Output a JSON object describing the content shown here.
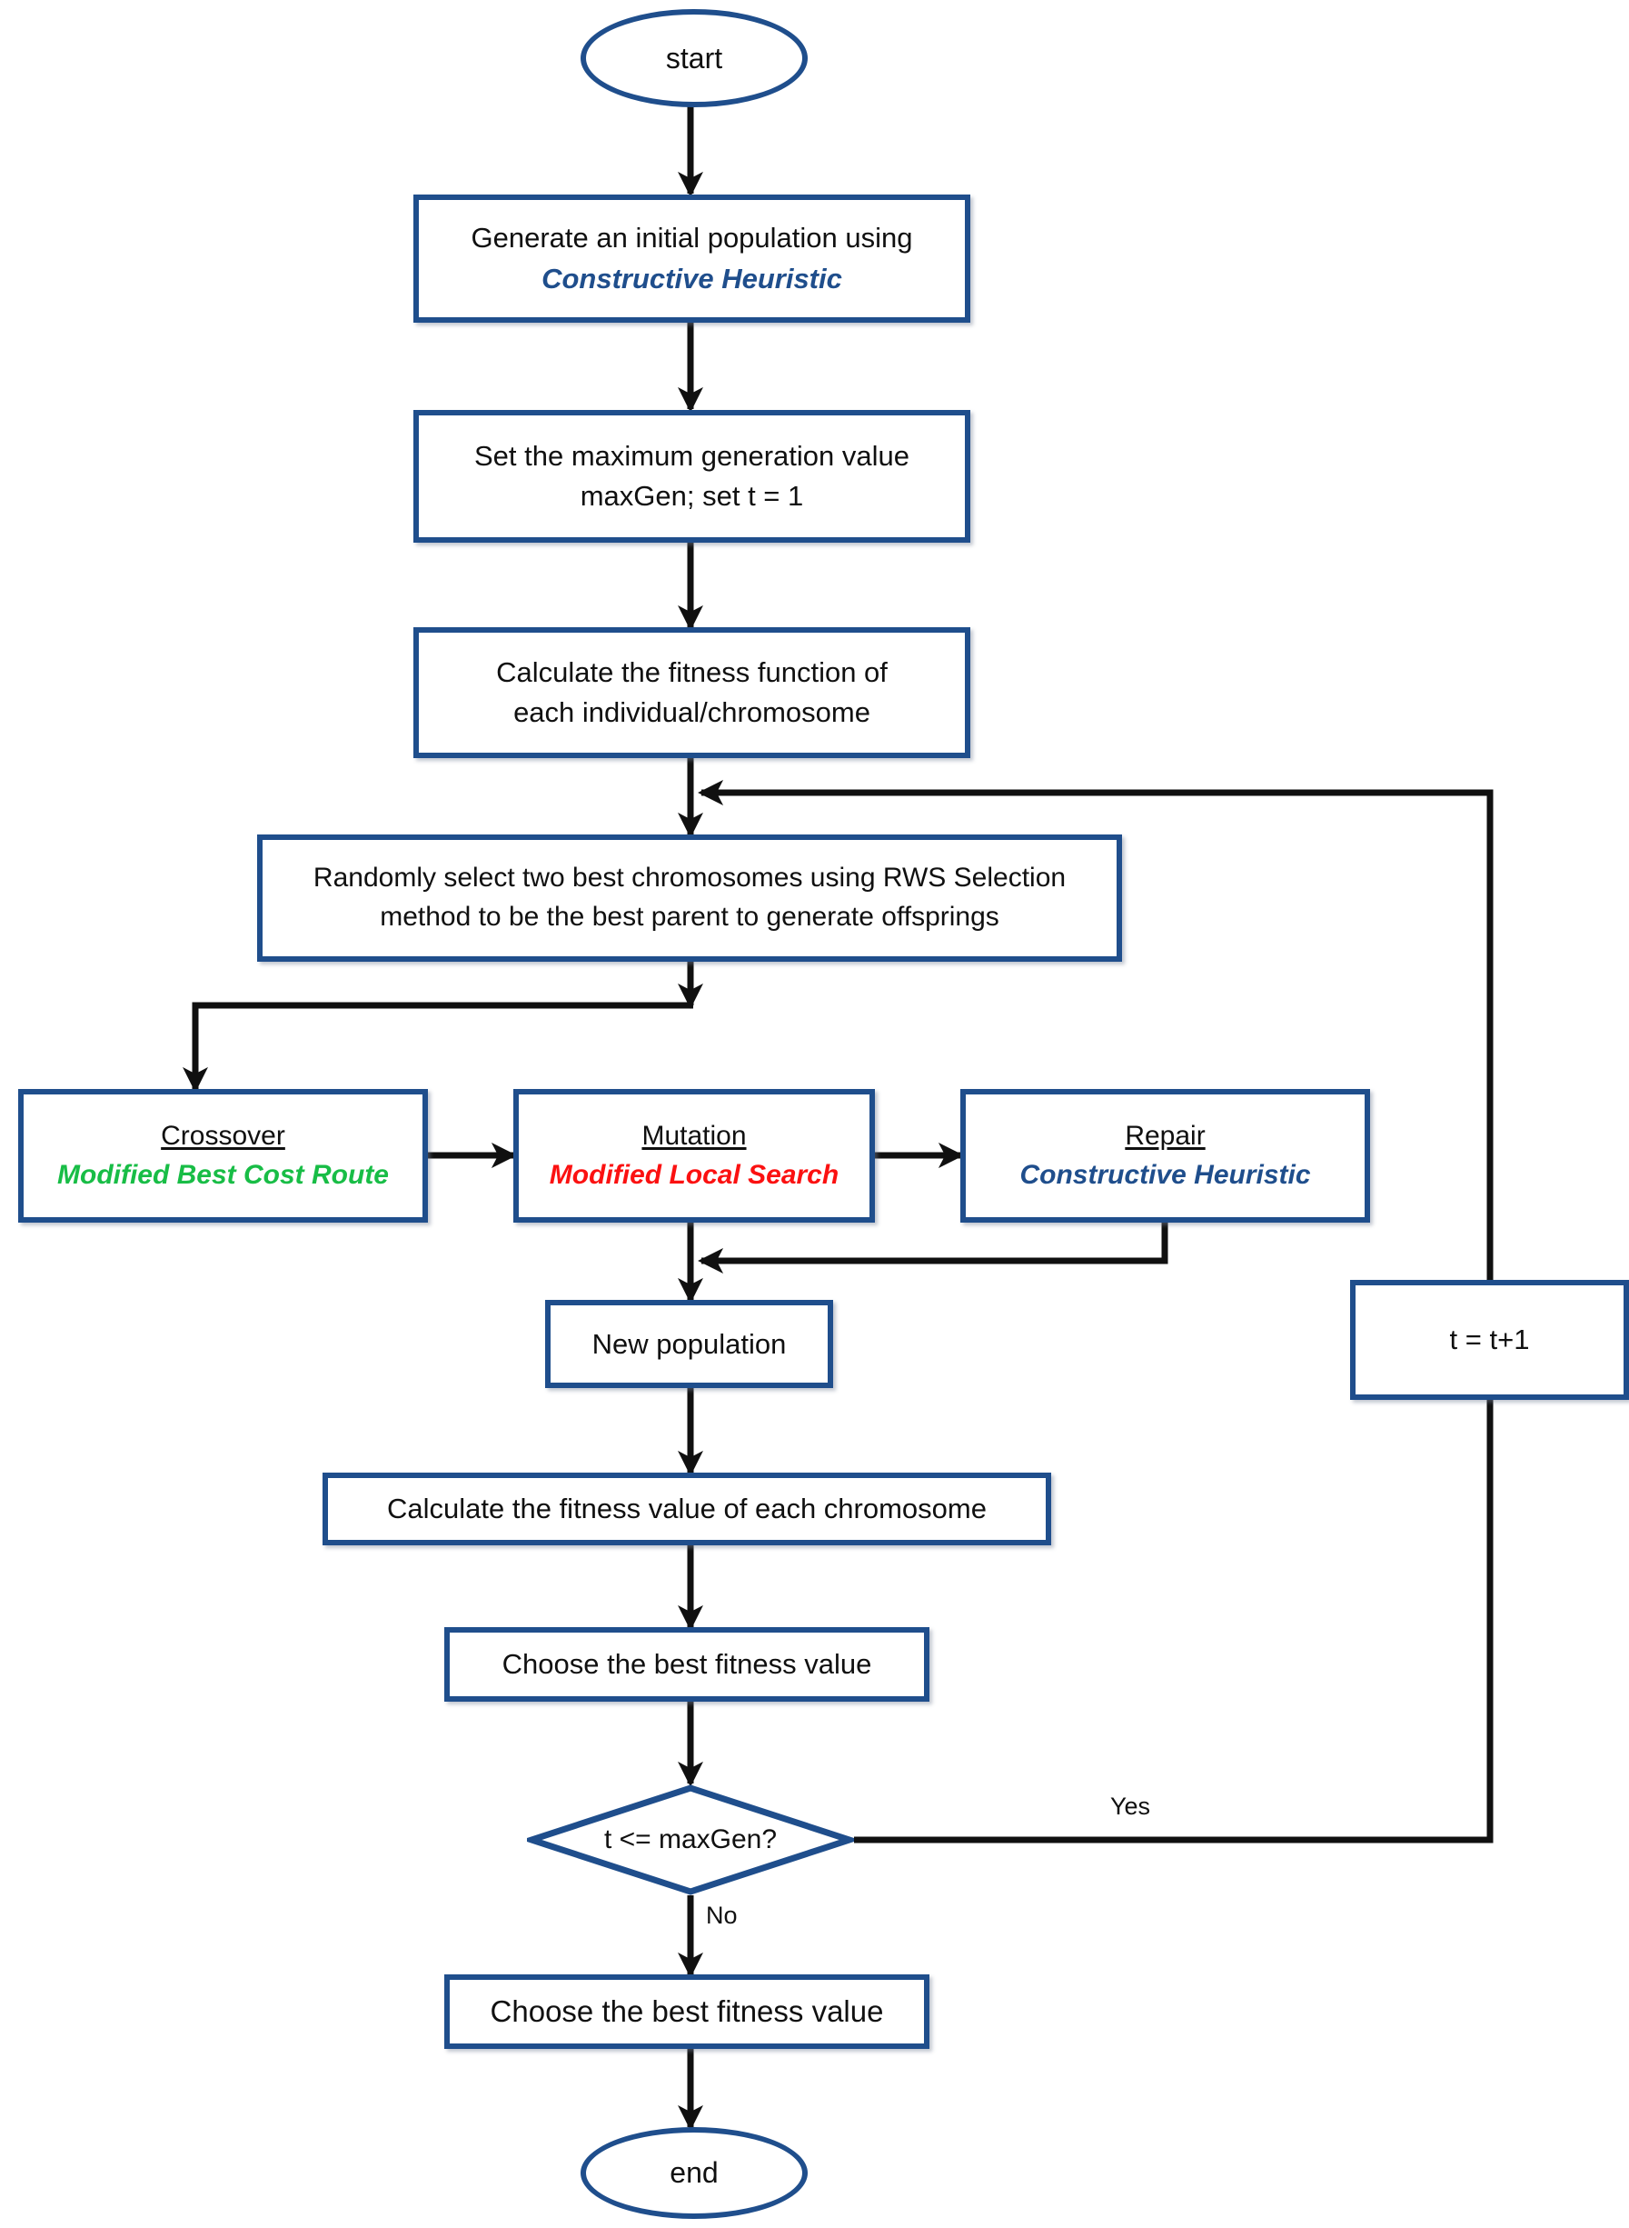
{
  "diagram": {
    "title": "Genetic Algorithm Flowchart",
    "colors": {
      "box_border": "#1f4e8c",
      "connector": "#101010",
      "text_black": "#101010",
      "text_blue": "#1f4e8c",
      "text_green": "#18bd46",
      "text_red": "#fb1111",
      "background": "#ffffff"
    },
    "nodes": {
      "start": {
        "label": "start",
        "shape": "ellipse"
      },
      "generate_population": {
        "line1": "Generate an initial population using",
        "line2": "Constructive Heuristic",
        "shape": "rectangle"
      },
      "set_maxgen": {
        "line1": "Set the maximum generation value",
        "line2": "maxGen; set t = 1",
        "shape": "rectangle"
      },
      "calc_fitness_function": {
        "line1": "Calculate the fitness function of",
        "line2": "each individual/chromosome",
        "shape": "rectangle"
      },
      "rws_selection": {
        "line1": "Randomly select two best chromosomes using RWS Selection",
        "line2": "method to be the best parent to generate offsprings",
        "shape": "rectangle"
      },
      "crossover": {
        "line1": "Crossover",
        "line2": "Modified Best Cost Route",
        "shape": "rectangle"
      },
      "mutation": {
        "line1": "Mutation",
        "line2": "Modified Local Search",
        "shape": "rectangle"
      },
      "repair": {
        "line1": "Repair",
        "line2": "Constructive Heuristic",
        "shape": "rectangle"
      },
      "new_population": {
        "label": "New population",
        "shape": "rectangle"
      },
      "increment_t": {
        "label": "t = t+1",
        "shape": "rectangle"
      },
      "calc_fitness_value": {
        "label": "Calculate the fitness value of each chromosome",
        "shape": "rectangle"
      },
      "choose_best_loop": {
        "label": "Choose the best fitness value",
        "shape": "rectangle"
      },
      "decision_maxgen": {
        "label": "t <= maxGen?",
        "shape": "diamond"
      },
      "choose_best_final": {
        "label": "Choose the best fitness value",
        "shape": "rectangle"
      },
      "end": {
        "label": "end",
        "shape": "ellipse"
      }
    },
    "edge_labels": {
      "yes": "Yes",
      "no": "No"
    }
  }
}
